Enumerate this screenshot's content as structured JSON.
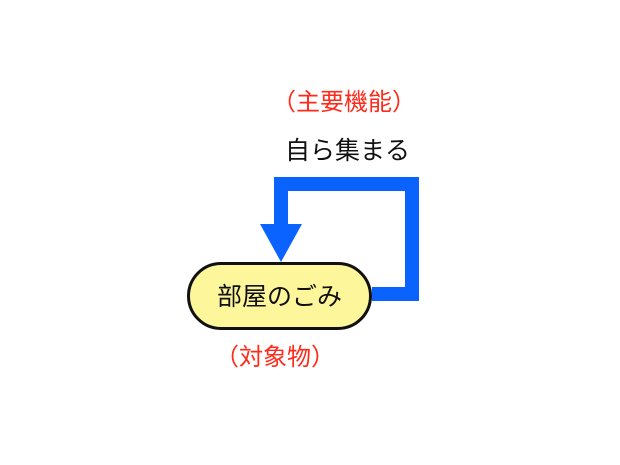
{
  "diagram": {
    "function_tag": "（主要機能）",
    "function_label": "自ら集まる",
    "object_label": "部屋のごみ",
    "object_tag": "（対象物）"
  },
  "colors": {
    "arrow": "#0b63ff",
    "tag_text": "#ff2a1a",
    "node_fill": "#fef69a",
    "node_border": "#111111"
  }
}
